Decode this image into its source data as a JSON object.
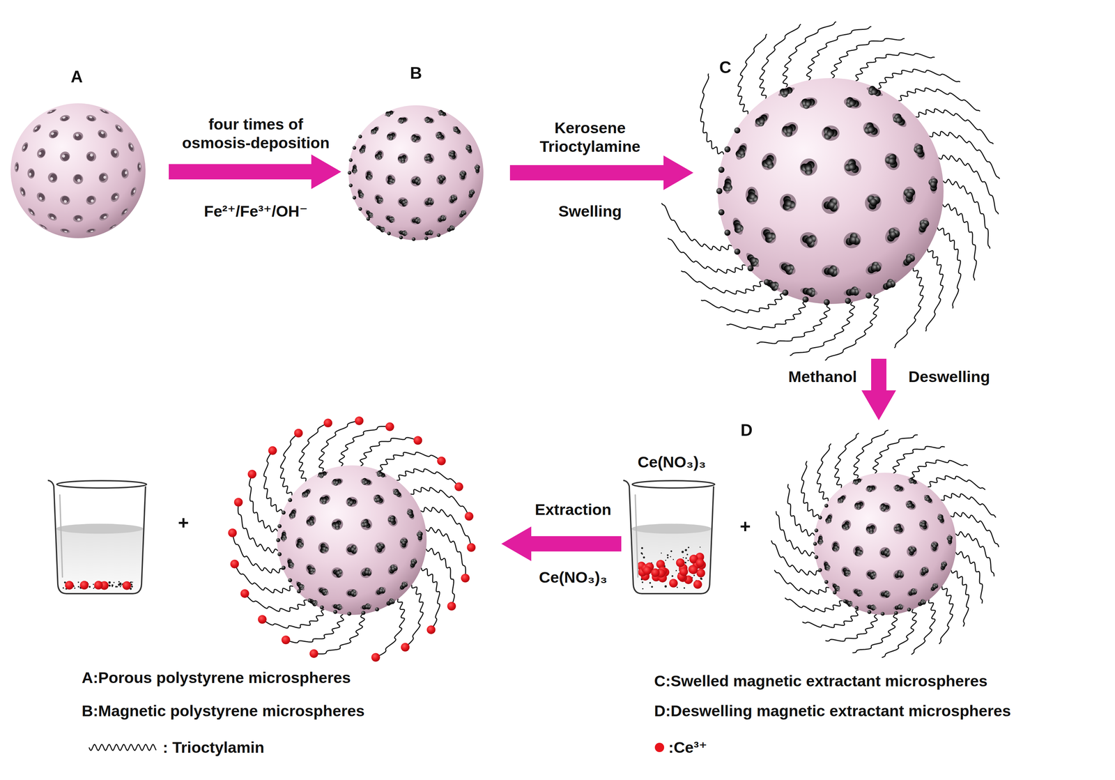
{
  "diagram": {
    "nodes": [
      {
        "text": [
          "A"
        ]
      },
      {
        "text": [
          "B"
        ]
      },
      {
        "text": [
          "C"
        ]
      },
      {
        "text": [
          "D"
        ]
      }
    ],
    "edges": [
      {
        "from": 0,
        "to": 1,
        "arrow": "to",
        "label": "four times of osmosis-deposition"
      },
      {
        "from": 1,
        "to": 2,
        "arrow": "to",
        "label": "Kerosene Trioctylamine"
      },
      {
        "from": 2,
        "to": 3,
        "arrow": "to",
        "label": "Methanol"
      }
    ],
    "labels": [
      "Fe²⁺/Fe³⁺/OH⁻",
      "Swelling",
      "Deswelling",
      "Ce(NO₃)₃",
      "Extraction",
      "Ce(NO₃)₃",
      "+",
      "+",
      "A:Porous polystyrene microspheres",
      "B:Magnetic polystyrene microspheres",
      "C:Swelled magnetic extractant microspheres",
      "D:Deswelling magnetic extractant microspheres"
    ],
    "legend": [
      {
        "text": ": Trioctylamin"
      },
      {
        "text": ":Ce³⁺",
        "color": "#e8141c"
      }
    ]
  }
}
